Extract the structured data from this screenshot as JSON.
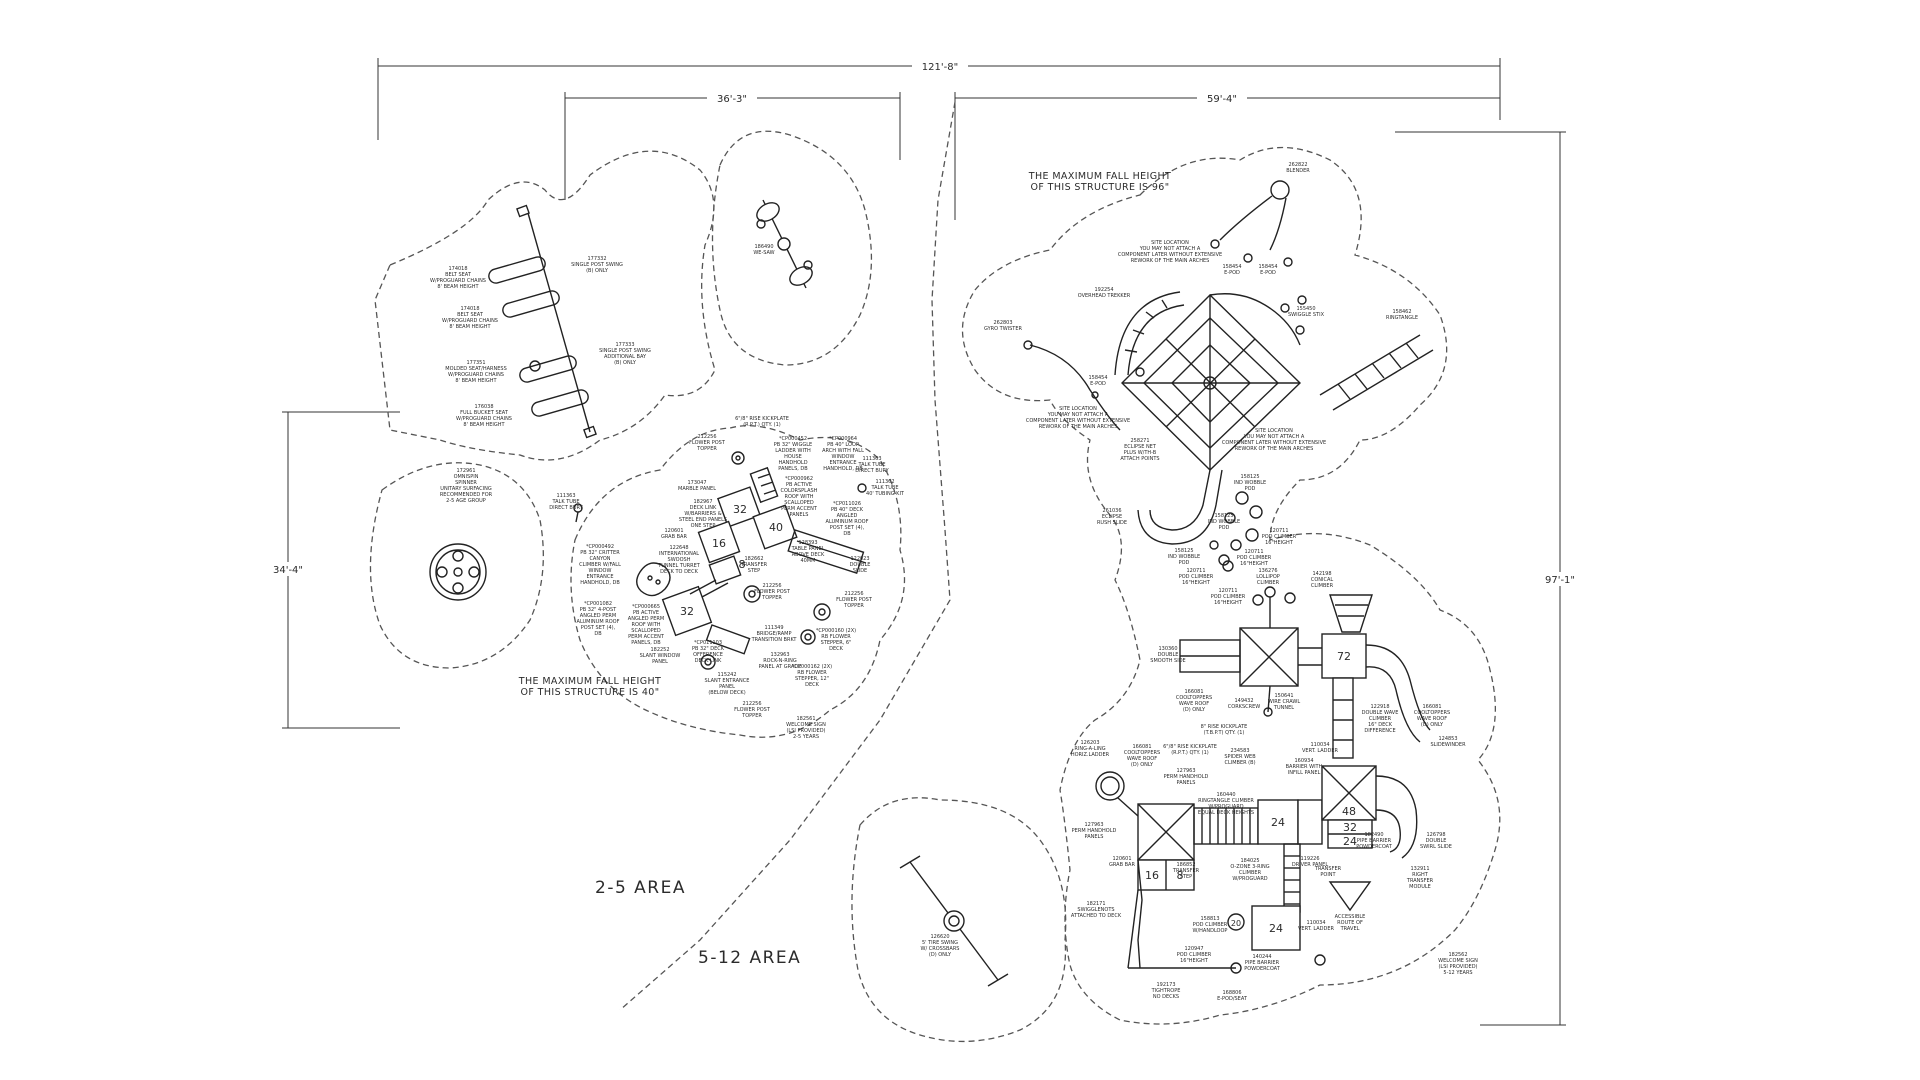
{
  "dimensions": {
    "overall_width": "121'-8\"",
    "swing_area_width": "36'-3\"",
    "right_structure_width": "59'-4\"",
    "left_height": "34'-4\"",
    "overall_height": "97'-1\""
  },
  "notes": {
    "fall_height_left": [
      "THE MAXIMUM FALL HEIGHT",
      "OF THIS STRUCTURE IS 40\""
    ],
    "fall_height_right": [
      "THE MAXIMUM FALL HEIGHT",
      "OF THIS STRUCTURE IS 96\""
    ]
  },
  "areas": {
    "younger": "2-5 AREA",
    "older": "5-12 AREA"
  },
  "deck_numbers": [
    "32",
    "40",
    "16",
    "8",
    "32",
    "72",
    "24",
    "48",
    "32",
    "24",
    "16",
    "8",
    "24",
    "20"
  ],
  "labels": {
    "swing_belt_1": [
      "174018",
      "BELT SEAT",
      "W/PROGUARD CHAINS",
      "8' BEAM HEIGHT"
    ],
    "swing_belt_2": [
      "174018",
      "BELT SEAT",
      "W/PROGUARD CHAINS",
      "8' BEAM HEIGHT"
    ],
    "swing_molded": [
      "177351",
      "MOLDED SEAT/HARNESS",
      "W/PROGUARD CHAINS",
      "8' BEAM HEIGHT"
    ],
    "swing_bucket": [
      "176038",
      "FULL BUCKET SEAT",
      "W/PROGUARD CHAINS",
      "8' BEAM HEIGHT"
    ],
    "swing_single_post": [
      "177332",
      "SINGLE POST SWING",
      "(B) ONLY"
    ],
    "swing_additional_bay": [
      "177333",
      "SINGLE POST SWING",
      "ADDITIONAL BAY",
      "(B) ONLY"
    ],
    "we_saw": [
      "186490",
      "WE-SAW"
    ],
    "omnispin": [
      "172961",
      "OMNISPIN",
      "SPINNER",
      "UNITARY SURFACING",
      "RECOMMENDED FOR",
      "2-5 AGE GROUP"
    ],
    "talk_tube_left": [
      "111363",
      "TALK TUBE",
      "DIRECT BURY"
    ],
    "talk_tube_right": [
      "111363",
      "TALK TUBE",
      "DIRECT BURY"
    ],
    "talk_tube_kit": [
      "111362",
      "TALK TUBE",
      "40' TUBING KIT"
    ],
    "kickplate_top": [
      "6\"/8\" RISE KICKPLATE",
      "(R.P.T.) QTY. (1)"
    ],
    "flower_post_1": [
      "212256",
      "FLOWER POST",
      "TOPPER"
    ],
    "flower_post_2": [
      "212256",
      "FLOWER POST",
      "TOPPER"
    ],
    "flower_post_3": [
      "212256",
      "FLOWER POST",
      "TOPPER"
    ],
    "flower_post_4": [
      "212256",
      "FLOWER POST",
      "TOPPER"
    ],
    "marble_panel": [
      "173047",
      "MARBLE PANEL"
    ],
    "deck_link": [
      "182967",
      "DECK LINK",
      "W/BARRIERS &",
      "STEEL END PANELS",
      "ONE STEP"
    ],
    "grab_bar": [
      "120601",
      "GRAB BAR"
    ],
    "swoosh_slide": [
      "122648",
      "INTERNATIONAL",
      "SWOOSH",
      "TUNNEL TURRET",
      "DECK TO DECK"
    ],
    "critter_climber": [
      "*CP000492",
      "PB 32\" CRITTER",
      "CANYON",
      "CLIMBER W/FALL",
      "WINDOW",
      "ENTRANCE",
      "HANDHOLD, DB"
    ],
    "arch_roof": [
      "*CP001082",
      "PB 32\" 4-POST",
      "ANGLED PERM",
      "ALUMINUM ROOF",
      "POST SET (4),",
      "DB"
    ],
    "scalloped_roof": [
      "*CP000665",
      "PB ACTIVE",
      "ANGLED PERM",
      "ROOF WITH",
      "SCALLOPED",
      "PERM ACCENT",
      "PANELS, DB"
    ],
    "offset_deck": [
      "*CP011103",
      "PB 32\" DECK",
      "OFFERENCE",
      "DECK LINK"
    ],
    "slant_window": [
      "182252",
      "SLANT WINDOW",
      "PANEL"
    ],
    "slant_entrance": [
      "115242",
      "SLANT ENTRANCE",
      "PANEL",
      "(BELOW DECK)"
    ],
    "welcome_sign_left": [
      "182561",
      "WELCOME SIGN",
      "(LSI PROVIDED)",
      "2-5 YEARS"
    ],
    "wiggle_ladder": [
      "*CP000452",
      "PB 32\" WIGGLE",
      "LADDER WITH",
      "HOUSE",
      "HANDHOLD",
      "PANELS, DB"
    ],
    "loop_arch": [
      "*CP000964",
      "PB 40\" LOOP",
      "ARCH WITH FALL",
      "WINDOW",
      "ENTRANCE",
      "HANDHOLD, DB"
    ],
    "color_splash": [
      "*CP000962",
      "PB ACTIVE",
      "COLORSPLASH",
      "ROOF WITH",
      "SCALLOPED",
      "PERM ACCENT",
      "PANELS"
    ],
    "aluminum_post": [
      "*CP011026",
      "PB 40\" DECK",
      "ANGLED",
      "ALUMINUM ROOF",
      "POST SET (4),",
      "DB"
    ],
    "transfer_step": [
      "182662",
      "TRANSFER",
      "STEP"
    ],
    "table_panel": [
      "128393",
      "TABLE PANEL",
      "ABOVE DECK",
      "40MM"
    ],
    "double_slide": [
      "122023",
      "DOUBLE",
      "SLIDE"
    ],
    "bridge_transfer": [
      "111349",
      "BRIDGE/RAMP",
      "TRANSITION BRKT"
    ],
    "flower_steppers_6": [
      "*CP000160 (2X)",
      "RB FLOWER",
      "STEPPER, 6\"",
      "DECK"
    ],
    "flower_steppers_12": [
      "*CP000162 (2X)",
      "RB FLOWER",
      "STEPPER, 12\"",
      "DECK"
    ],
    "rock_n_ring": [
      "132963",
      "ROCK-N-RING",
      "PANEL AT GRADE"
    ],
    "blender": [
      "262822",
      "BLENDER"
    ],
    "site_location_top": [
      "SITE LOCATION",
      "YOU MAY NOT ATTACH A",
      "COMPONENT LATER WITHOUT EXTENSIVE",
      "REWORK OF THE MAIN ARCHES"
    ],
    "overhead_trekker": [
      "192254",
      "OVERHEAD TREKKER"
    ],
    "e_pod_1": [
      "158454",
      "E-POD"
    ],
    "e_pod_2": [
      "158454",
      "E-POD"
    ],
    "e_pod_3": [
      "158454",
      "E-POD"
    ],
    "gyro_twister": [
      "262803",
      "GYRO TWISTER"
    ],
    "swiggle_stix": [
      "155450",
      "SWIGGLE STIX"
    ],
    "ringtangle": [
      "158462",
      "RINGTANGLE"
    ],
    "site_location_left": [
      "SITE LOCATION",
      "YOU MAY NOT ATTACH A",
      "COMPONENT LATER WITHOUT EXTENSIVE",
      "REWORK OF THE MAIN ARCHES"
    ],
    "eclipse_net": [
      "258271",
      "ECLIPSE NET",
      "PLUS W/TH-B",
      "ATTACH POINTS"
    ],
    "site_location_right": [
      "SITE LOCATION",
      "YOU MAY NOT ATTACH A",
      "COMPONENT LATER WITHOUT EXTENSIVE",
      "REWORK OF THE MAIN ARCHES"
    ],
    "eclipse_slide": [
      "261036",
      "ECLIPSE",
      "RUSH SLIDE"
    ],
    "wobble_pod_1": [
      "158125",
      "IND WOBBLE",
      "POD"
    ],
    "wobble_pod_2": [
      "158125",
      "IND WOBBLE",
      "POD"
    ],
    "wobble_pod_3": [
      "158125",
      "IND WOBBLE",
      "POD"
    ],
    "pod_climber_1": [
      "120711",
      "POD CLIMBER",
      "16\"HEIGHT"
    ],
    "pod_climber_2": [
      "120711",
      "POD CLIMBER",
      "16\"HEIGHT"
    ],
    "pod_climber_3": [
      "120711",
      "POD CLIMBER",
      "16\"HEIGHT"
    ],
    "pod_climber_4": [
      "120711",
      "POD CLIMBER",
      "16\"HEIGHT"
    ],
    "lollipop": [
      "136276",
      "LOLLIPOP",
      "CLIMBER"
    ],
    "conical_climber": [
      "142198",
      "CONICAL",
      "CLIMBER"
    ],
    "smooth_slide": [
      "130360",
      "DOUBLE",
      "SMOOTH SIDE"
    ],
    "cool_toppers_1": [
      "166081",
      "COOLTOPPERS",
      "WAVE ROOF",
      "(D) ONLY"
    ],
    "corkscrew": [
      "149432",
      "CORKSCREW"
    ],
    "wire_crawl": [
      "150641",
      "WIRE CRAWL",
      "TUNNEL"
    ],
    "wave_climber": [
      "122918",
      "DOUBLE WAVE",
      "CLIMBER",
      "16\" DECK",
      "DIFFERENCE"
    ],
    "cool_toppers_2": [
      "166081",
      "COOLTOPPERS",
      "WAVE ROOF",
      "(D) ONLY"
    ],
    "slidewinder": [
      "124853",
      "SLIDEWINDER"
    ],
    "kickplate_mid": [
      "8\" RISE KICKPLATE",
      "(T.B.P.T) QTY. (1)"
    ],
    "ring_ladder": [
      "126203",
      "RING-A-LING",
      "HORIZ.LADDER"
    ],
    "cool_toppers_3": [
      "166081",
      "COOLTOPPERS",
      "WAVE ROOF",
      "(D) ONLY"
    ],
    "kickplate_low": [
      "6\"/8\" RISE KICKPLATE",
      "(R.P.T.) QTY. (1)"
    ],
    "perm_handhold_1": [
      "127963",
      "PERM HANDHOLD",
      "PANELS"
    ],
    "spider_web": [
      "234583",
      "SPIDER WEB",
      "CLIMBER (B)"
    ],
    "rainbow_climber": [
      "160440",
      "RINGTANGLE CLIMBER",
      "W/PROGUARD",
      "EQUAL DECK HEIGHTS"
    ],
    "barrier_infill": [
      "160934",
      "BARRIER WITH",
      "INFILL PANEL"
    ],
    "vert_ladder": [
      "110034",
      "VERT. LADDER"
    ],
    "perm_handhold_2": [
      "127963",
      "PERM HANDHOLD",
      "PANELS"
    ],
    "grab_bar_2": [
      "120601",
      "GRAB BAR"
    ],
    "transfer_step_2": [
      "186852",
      "TRANSFER",
      "STEP"
    ],
    "o_zone": [
      "184025",
      "O-ZONE 3-RING",
      "CLIMBER",
      "W/PROGUARD"
    ],
    "driver_panel": [
      "119226",
      "DRIVER PANEL"
    ],
    "pipe_barrier": [
      "182490",
      "PIPE BARRIER",
      "POWDERCOAT"
    ],
    "double_swirl": [
      "126798",
      "DOUBLE",
      "SWIRL SLIDE"
    ],
    "transfer_module": [
      "132911",
      "RIGHT",
      "TRANSFER",
      "MODULE"
    ],
    "transfer_point": [
      "TRANSFER",
      "POINT"
    ],
    "accessible_route": [
      "ACCESSIBLE",
      "ROUTE OF",
      "TRAVEL"
    ],
    "swing_link": [
      "182171",
      "SWIGGLENOTS",
      "ATTACHED TO DECK"
    ],
    "pod_climber_rings": [
      "158813",
      "POD CLIMBER",
      "W/HANDLOOP"
    ],
    "pod_climber_16": [
      "120947",
      "POD CLIMBER",
      "16\"HEIGHT"
    ],
    "vert_ladder_2": [
      "110034",
      "VERT. LADDER"
    ],
    "pipe_barrier_2": [
      "140244",
      "PIPE BARRIER",
      "POWDERCOAT"
    ],
    "e_pod_seat": [
      "168806",
      "E-POD/SEAT"
    ],
    "tightrope": [
      "192173",
      "TIGHTROPE",
      "NO DECKS"
    ],
    "welcome_sign_right": [
      "182562",
      "WELCOME SIGN",
      "(LSI PROVIDED)",
      "5-12 YEARS"
    ],
    "tire_swing": [
      "126620",
      "5' TIRE SWING",
      "W/ CROSSBARS",
      "(D) ONLY"
    ]
  }
}
